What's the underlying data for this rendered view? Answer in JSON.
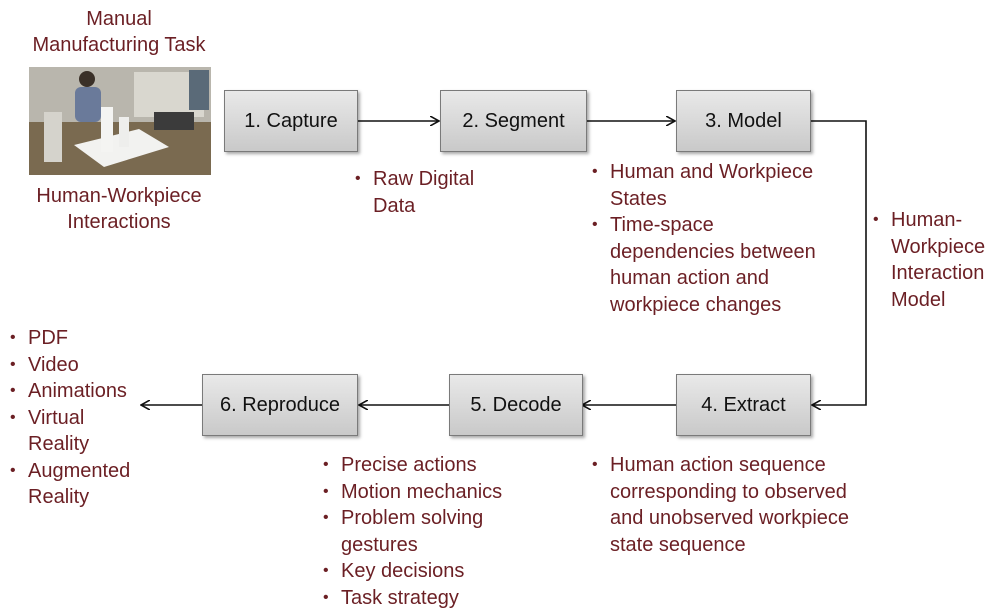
{
  "input": {
    "title_lines": [
      "Manual",
      "Manufacturing Task"
    ],
    "subtitle_lines": [
      "Human-Workpiece",
      "Interactions"
    ]
  },
  "steps": [
    {
      "label": "1. Capture"
    },
    {
      "label": "2. Segment"
    },
    {
      "label": "3. Model"
    },
    {
      "label": "4. Extract"
    },
    {
      "label": "5. Decode"
    },
    {
      "label": "6. Reproduce"
    }
  ],
  "notes": {
    "capture": [
      "Raw Digital Data"
    ],
    "segment": [
      "Human and Workpiece States",
      "Time-space dependencies between human action and workpiece changes"
    ],
    "model": [
      "Human-Workpiece Interaction Model"
    ],
    "extract": [
      "Human action sequence corresponding to observed and unobserved workpiece state sequence"
    ],
    "decode": [
      "Precise actions",
      "Motion mechanics",
      "Problem solving gestures",
      "Key decisions",
      "Task strategy"
    ],
    "reproduce": [
      "PDF",
      "Video",
      "Animations",
      "Virtual Reality",
      "Augmented Reality"
    ]
  },
  "colors": {
    "text_accent": "#6b1f24",
    "box_fill_top": "#e9e9e9",
    "box_fill_bottom": "#c9c9c9"
  }
}
